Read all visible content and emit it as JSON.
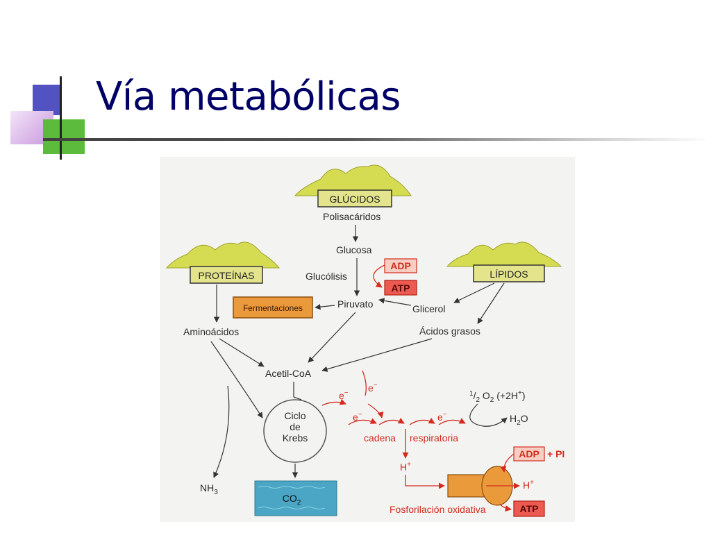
{
  "slide": {
    "title": "Vía metabólicas"
  },
  "diagram": {
    "sources": {
      "glucidos": "GLÚCIDOS",
      "proteinas": "PROTEÍNAS",
      "lipidos": "LÍPIDOS"
    },
    "labels": {
      "polisacaridos": "Polisacáridos",
      "glucosa": "Glucosa",
      "glucolisis": "Glucólisis",
      "piruvato": "Piruvato",
      "glicerol": "Glicerol",
      "acidos_grasos": "Ácidos grasos",
      "aminoacidos": "Aminoácidos",
      "acetil_coa": "Acetil-CoA",
      "fermentaciones": "Fermentaciones",
      "ciclo": "Ciclo",
      "de": "de",
      "krebs": "Krebs",
      "nh3": "NH",
      "nh3_sub": "3",
      "co2": "CO",
      "co2_sub": "2",
      "adp_top": "ADP",
      "atp_top": "ATP",
      "electron": "e",
      "minus": "−",
      "half": "1",
      "half_den": "2",
      "o2": "O",
      "o2_sub": "2",
      "o2_extra": " (+2H",
      "o2_close": ")",
      "plus": "+",
      "h2o": "H",
      "h2o_sub": "2",
      "h2o_o": "O",
      "cadena": "cadena",
      "respiratoria": "respiratoria",
      "h_plus_left": "H",
      "h_plus_right": "H",
      "adp_bottom": "ADP",
      "pi": "+ PI",
      "atp_bottom": "ATP",
      "fosforilacion": "Fosforilación oxidativa"
    },
    "colors": {
      "mound": "#d6dc52",
      "label_box": "#e3e48c",
      "red": "#d42a1e",
      "adp_box": "#f6cfc2",
      "atp_box": "#ec5a52",
      "orange_box": "#eb9a3b",
      "water": "#4aa6c4",
      "title": "#000066"
    }
  }
}
